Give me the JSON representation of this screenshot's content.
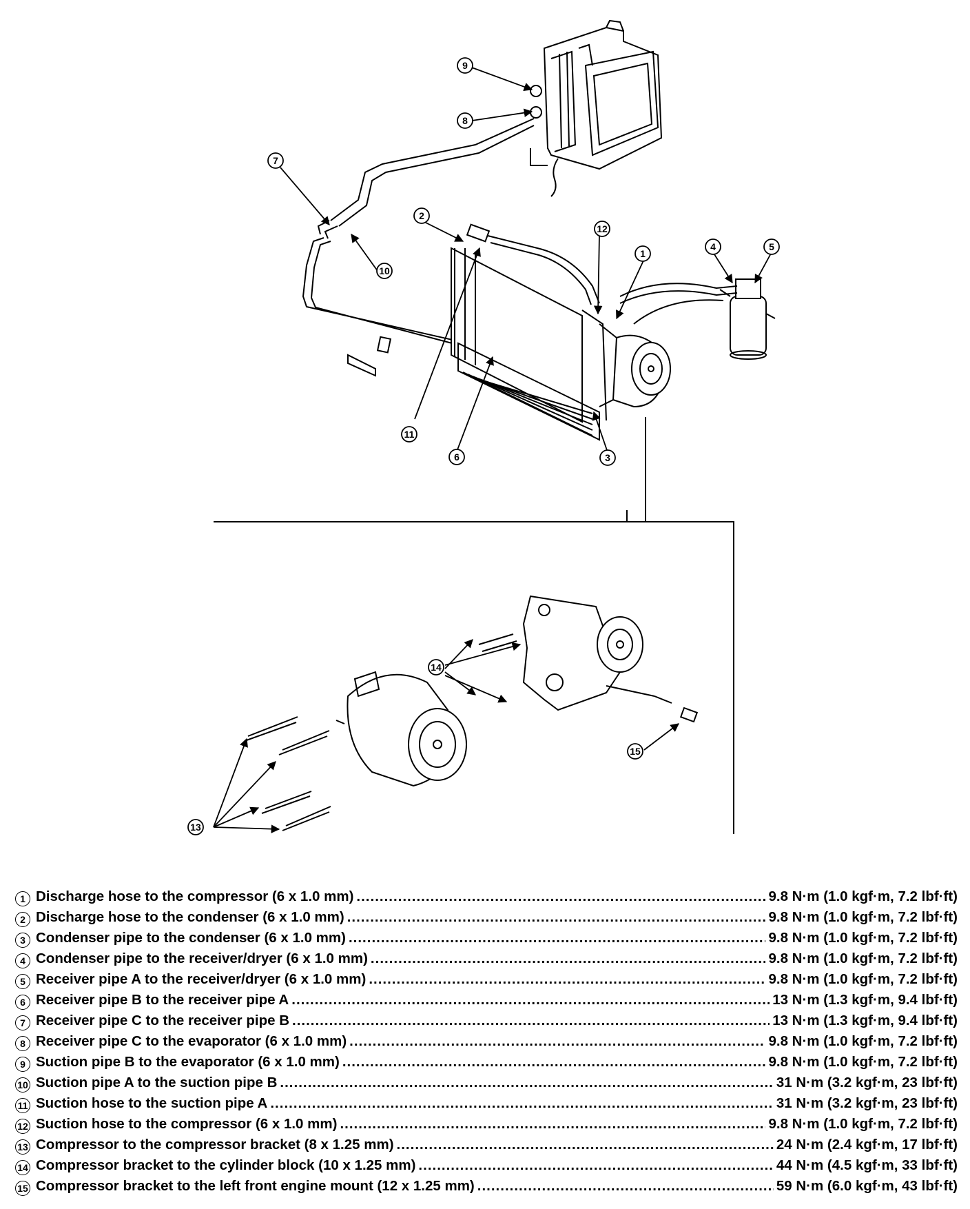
{
  "callouts": [
    "1",
    "2",
    "3",
    "4",
    "5",
    "6",
    "7",
    "8",
    "9",
    "10",
    "11",
    "12",
    "13",
    "14",
    "15"
  ],
  "torque_specs": [
    {
      "num": "1",
      "description": "Discharge hose to the compressor (6 x 1.0 mm)",
      "value": "9.8 N·m (1.0 kgf·m, 7.2 lbf·ft)"
    },
    {
      "num": "2",
      "description": "Discharge hose to the condenser (6 x 1.0 mm)",
      "value": "9.8 N·m (1.0 kgf·m, 7.2 lbf·ft)"
    },
    {
      "num": "3",
      "description": "Condenser pipe to the condenser (6 x 1.0 mm)",
      "value": "9.8 N·m (1.0 kgf·m, 7.2 lbf·ft)"
    },
    {
      "num": "4",
      "description": "Condenser pipe to the receiver/dryer (6 x 1.0 mm)",
      "value": "9.8 N·m (1.0 kgf·m, 7.2 lbf·ft)"
    },
    {
      "num": "5",
      "description": "Receiver pipe A to the receiver/dryer (6 x 1.0 mm)",
      "value": "9.8 N·m (1.0 kgf·m, 7.2 lbf·ft)"
    },
    {
      "num": "6",
      "description": "Receiver pipe B to the receiver pipe A",
      "value": "13 N·m (1.3 kgf·m, 9.4 lbf·ft)"
    },
    {
      "num": "7",
      "description": "Receiver pipe C to the receiver pipe B",
      "value": "13 N·m (1.3 kgf·m, 9.4 lbf·ft)"
    },
    {
      "num": "8",
      "description": "Receiver pipe C to the evaporator (6 x 1.0 mm)",
      "value": "9.8 N·m (1.0 kgf·m, 7.2 lbf·ft)"
    },
    {
      "num": "9",
      "description": "Suction pipe B to the evaporator (6 x 1.0 mm)",
      "value": "9.8 N·m (1.0 kgf·m, 7.2 lbf·ft)"
    },
    {
      "num": "10",
      "description": "Suction pipe A to the suction pipe B",
      "value": "31 N·m (3.2 kgf·m, 23 lbf·ft)"
    },
    {
      "num": "11",
      "description": "Suction hose to the suction pipe A",
      "value": "31 N·m (3.2 kgf·m, 23 lbf·ft)"
    },
    {
      "num": "12",
      "description": "Suction hose to the compressor (6 x 1.0 mm)",
      "value": "9.8 N·m (1.0 kgf·m, 7.2 lbf·ft)"
    },
    {
      "num": "13",
      "description": "Compressor to the compressor bracket (8 x 1.25 mm)",
      "value": "24 N·m (2.4 kgf·m, 17 lbf·ft)"
    },
    {
      "num": "14",
      "description": "Compressor bracket to the cylinder block (10 x 1.25 mm)",
      "value": "44 N·m (4.5 kgf·m, 33 lbf·ft)"
    },
    {
      "num": "15",
      "description": "Compressor bracket to the left front engine mount (12 x 1.25 mm)",
      "value": "59 N·m (6.0 kgf·m, 43 lbf·ft)"
    }
  ]
}
